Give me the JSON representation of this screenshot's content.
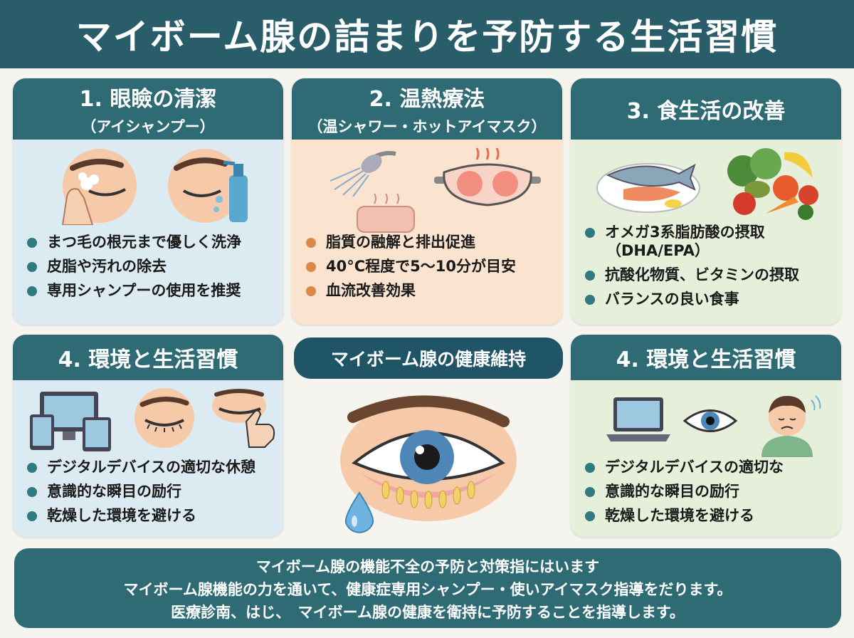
{
  "title": "マイボーム腺の詰まりを予防する生活習慣",
  "colors": {
    "header": "#2a5d6a",
    "card_head": "#2f6b74",
    "blue_bg": "#dcebf2",
    "peach_bg": "#fbe4cf",
    "green_bg": "#e6efd9",
    "teal_dot": "#2e7a80",
    "orange_dot": "#d98a4a"
  },
  "cards": {
    "c1": {
      "title": "1. 眼瞼の清潔",
      "subtitle": "（アイシャンプー）",
      "bullets": [
        "まつ毛の根元まで優しく洗浄",
        "皮脂や汚れの除去",
        "専用シャンプーの使用を推奨"
      ]
    },
    "c2": {
      "title": "2. 温熱療法",
      "subtitle": "（温シャワー・ホットアイマスク）",
      "bullets": [
        "脂質の融解と排出促進",
        "40°C程度で5～10分が目安",
        "血流改善効果"
      ]
    },
    "c3": {
      "title": "3. 食生活の改善",
      "bullets": [
        "オメガ3系脂肪酸の摂取",
        "（DHA/EPA）",
        "抗酸化物質、ビタミンの摂取",
        "バランスの良い食事"
      ]
    },
    "c4": {
      "title": "4. 環境と生活習慣",
      "bullets": [
        "デジタルデバイスの適切な休憩",
        "意識的な瞬目の励行",
        "乾燥した環境を避ける"
      ]
    },
    "c5": {
      "title": "4. 環境と生活習慣",
      "bullets": [
        "デジタルデバイスの適切な",
        "意識的な瞬目の励行",
        "乾燥した環境を避ける"
      ]
    }
  },
  "center": {
    "label": "マイボーム腺の健康維持"
  },
  "footer": {
    "lines": [
      "マイボーム腺の機能不全の予防と対策指にはいます",
      "マイボーム腺機能の力を通いて、健康症専用シャンプー・使いアイマスク指導をだります。",
      "医療診南、はじ、　マイボーム腺の健康を衛持に予防することを指導します。"
    ]
  },
  "icons": [
    "eye-wash-icon",
    "eye-shampoo-icon",
    "shower-icon",
    "towel-icon",
    "hot-eye-mask-icon",
    "fish-plate-icon",
    "vegetables-icon",
    "devices-icon",
    "closed-eye-icon",
    "eyelid-touch-icon",
    "eye-meibomian-icon",
    "tear-drop-icon",
    "laptop-icon",
    "open-eye-icon",
    "tired-person-icon"
  ]
}
